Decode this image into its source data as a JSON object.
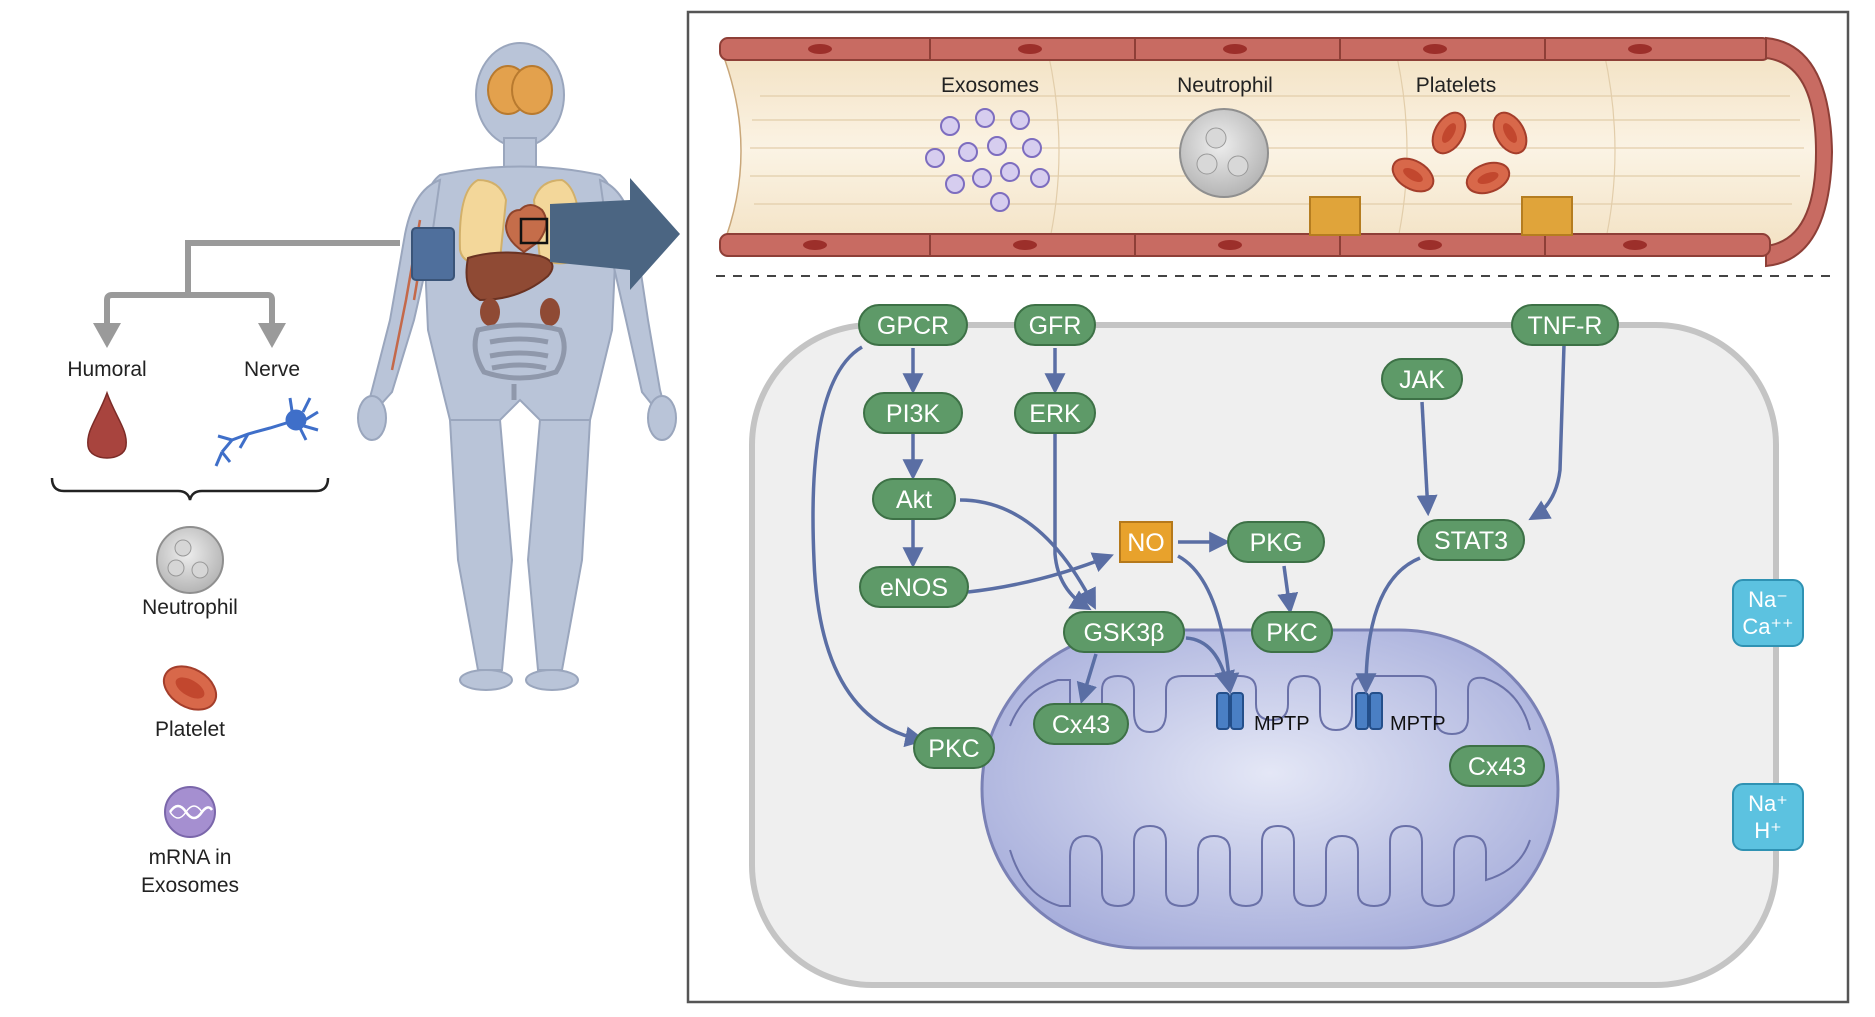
{
  "colors": {
    "node_fill": "#5e9a68",
    "node_stroke": "#3d7146",
    "arrow": "#5a6ea4",
    "vessel_wall": "#c86b62",
    "vessel_inner": "#f6ead4",
    "mito_fill": "#b6bde3",
    "ion_fill": "#5cc2e0",
    "no_fill": "#e8a22c",
    "cell_fill": "#efefef",
    "body_fill": "#b9c4d8"
  },
  "left_panel": {
    "humoral_label": "Humoral",
    "nerve_label": "Nerve",
    "neutrophil_label": "Neutrophil",
    "platelet_label": "Platelet",
    "mrna_label_line1": "mRNA in",
    "mrna_label_line2": "Exosomes"
  },
  "vessel": {
    "exosomes_label": "Exosomes",
    "neutrophil_label": "Neutrophil",
    "platelets_label": "Platelets"
  },
  "nodes": {
    "gpcr": "GPCR",
    "gfr": "GFR",
    "tnfr": "TNF-R",
    "pi3k": "PI3K",
    "erk": "ERK",
    "jak": "JAK",
    "akt": "Akt",
    "no": "NO",
    "pkg": "PKG",
    "stat3": "STAT3",
    "enos": "eNOS",
    "gsk3b": "GSK3β",
    "pkc_upper": "PKC",
    "pkc_lower": "PKC",
    "cx43_left": "Cx43",
    "cx43_right": "Cx43"
  },
  "mptp_label": "MPTP",
  "ions": {
    "top_line1": "Na⁻",
    "top_line2": "Ca⁺⁺",
    "bottom_line1": "Na⁺",
    "bottom_line2": "H⁺"
  }
}
